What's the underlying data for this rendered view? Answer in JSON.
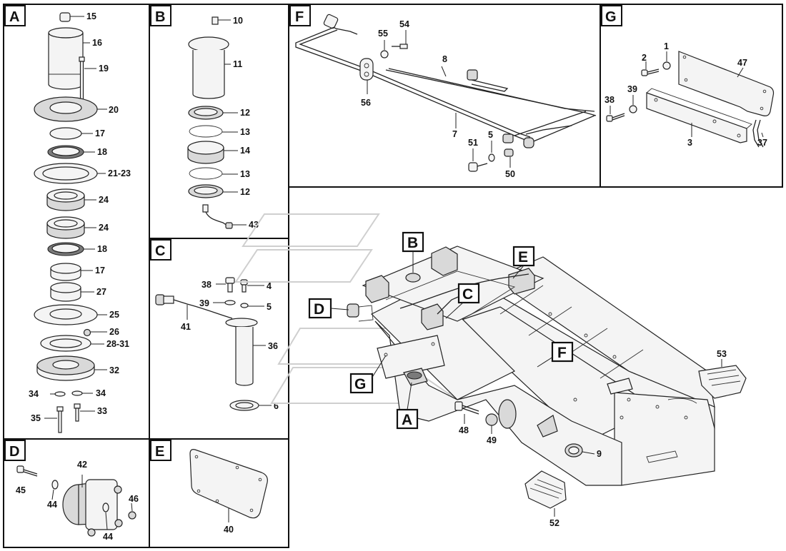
{
  "panels": {
    "A": {
      "title": "A",
      "labels": [
        "15",
        "16",
        "19",
        "20",
        "17",
        "18",
        "21-23",
        "24",
        "24",
        "18",
        "17",
        "27",
        "25",
        "26",
        "28-31",
        "32",
        "34",
        "34",
        "35",
        "33"
      ]
    },
    "B": {
      "title": "B",
      "labels": [
        "10",
        "11",
        "12",
        "13",
        "14",
        "13",
        "12",
        "43"
      ]
    },
    "C": {
      "title": "C",
      "labels": [
        "38",
        "4",
        "39",
        "5",
        "41",
        "36",
        "6"
      ]
    },
    "D": {
      "title": "D",
      "labels": [
        "42",
        "45",
        "44",
        "46",
        "44"
      ]
    },
    "E": {
      "title": "E",
      "labels": [
        "40"
      ]
    },
    "F": {
      "title": "F",
      "labels": [
        "55",
        "54",
        "8",
        "56",
        "7",
        "5",
        "51",
        "50"
      ]
    },
    "G": {
      "title": "G",
      "labels": [
        "2",
        "1",
        "47",
        "38",
        "39",
        "3",
        "37"
      ]
    }
  },
  "main": {
    "callouts": [
      "B",
      "E",
      "C",
      "D",
      "F",
      "G",
      "A"
    ],
    "labels": [
      "53",
      "48",
      "49",
      "9",
      "52"
    ]
  }
}
